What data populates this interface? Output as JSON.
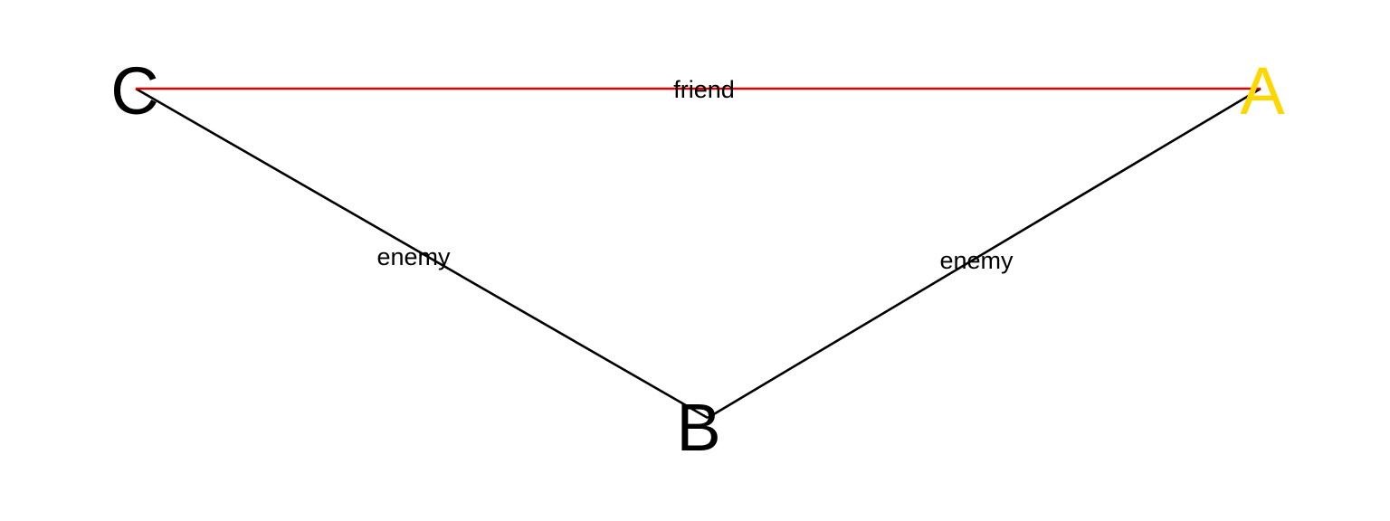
{
  "diagram": {
    "type": "graph",
    "nodes": [
      {
        "id": "A",
        "label": "A",
        "color": "#FFD700"
      },
      {
        "id": "B",
        "label": "B",
        "color": "#000000"
      },
      {
        "id": "C",
        "label": "C",
        "color": "#000000"
      }
    ],
    "edges": [
      {
        "source": "C",
        "target": "A",
        "label": "friend",
        "color": "#E00000"
      },
      {
        "source": "C",
        "target": "B",
        "label": "enemy",
        "color": "#000000"
      },
      {
        "source": "B",
        "target": "A",
        "label": "enemy",
        "color": "#000000"
      }
    ]
  }
}
